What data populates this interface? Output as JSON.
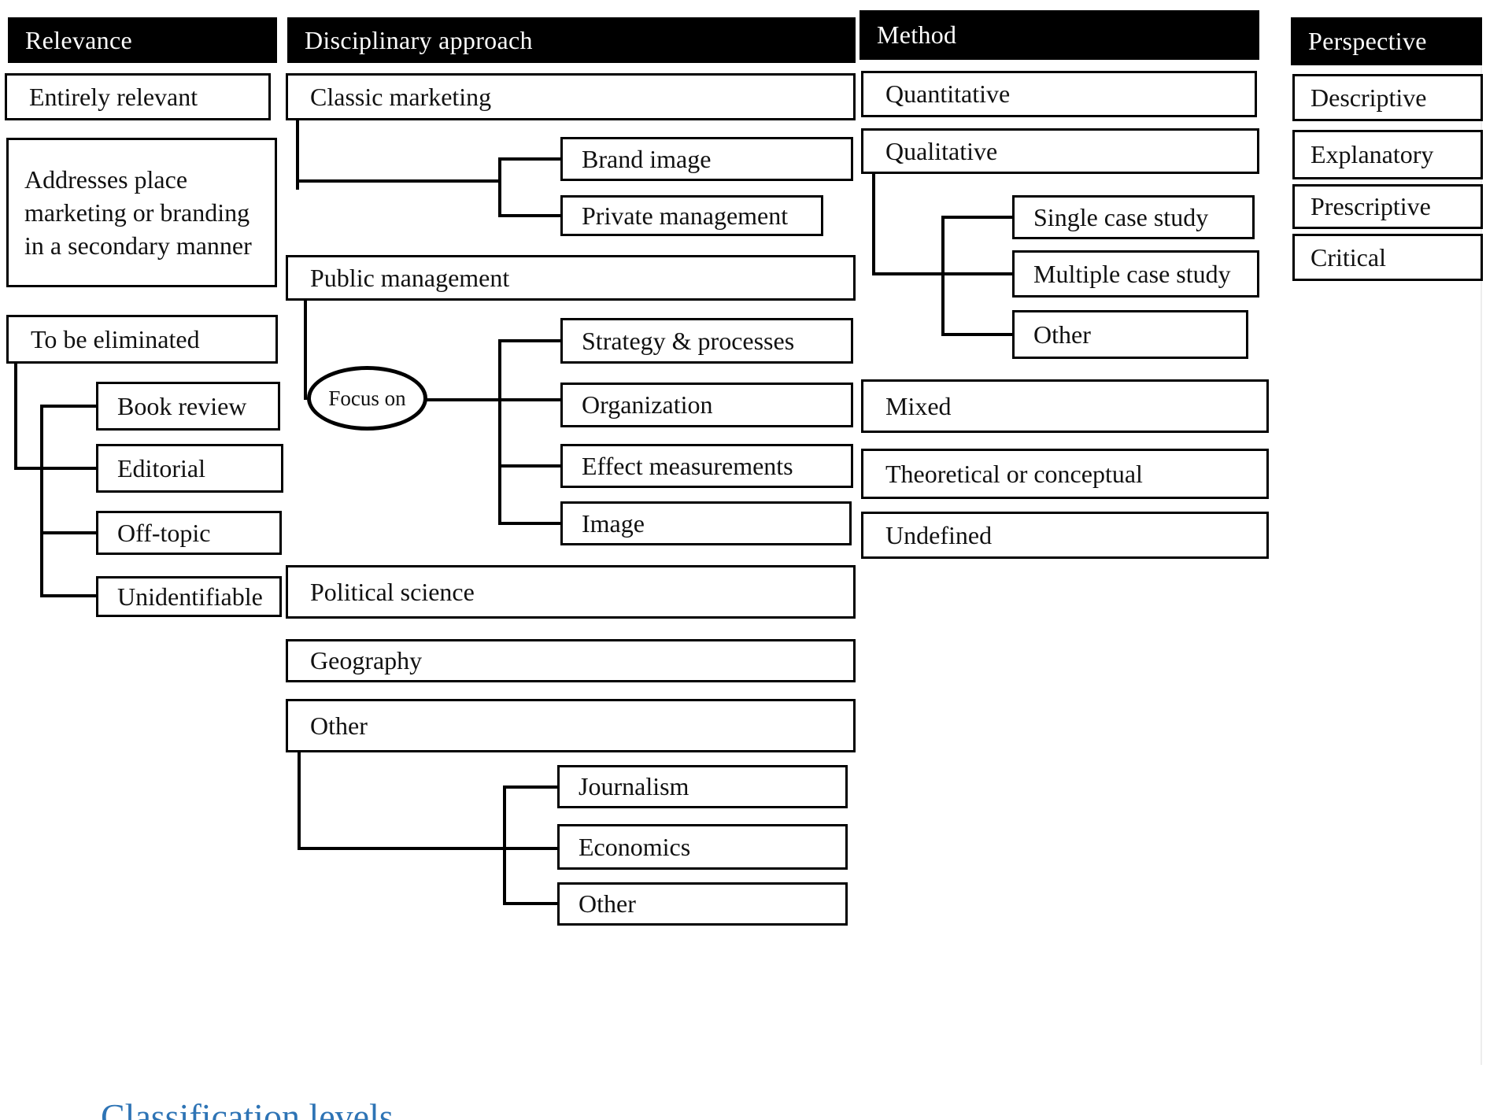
{
  "columns": {
    "relevance": {
      "header": "Relevance",
      "items": {
        "entirely": "Entirely relevant",
        "addresses": "Addresses place marketing or branding in a secondary manner",
        "eliminate": "To be eliminated",
        "book_review": "Book review",
        "editorial": "Editorial",
        "off_topic": "Off-topic",
        "unidentifiable": "Unidentifiable"
      }
    },
    "disciplinary": {
      "header": "Disciplinary approach",
      "items": {
        "classic": "Classic marketing",
        "brand_image": "Brand image",
        "private_management": "Private management",
        "public_management": "Public management",
        "focus_on": "Focus on",
        "strategy": "Strategy & processes",
        "organization": "Organization",
        "effect": "Effect measurements",
        "image": "Image",
        "political": "Political science",
        "geography": "Geography",
        "other": "Other",
        "journalism": "Journalism",
        "economics": "Economics",
        "other_sub": "Other"
      }
    },
    "method": {
      "header": "Method",
      "items": {
        "quantitative": "Quantitative",
        "qualitative": "Qualitative",
        "single_case": "Single case study",
        "multiple_case": "Multiple case study",
        "other": "Other",
        "mixed": "Mixed",
        "theoretical": "Theoretical or conceptual",
        "undefined": "Undefined"
      }
    },
    "perspective": {
      "header": "Perspective",
      "items": {
        "descriptive": "Descriptive",
        "explanatory": "Explanatory",
        "prescriptive": "Prescriptive",
        "critical": "Critical"
      }
    }
  },
  "caption": "Classification levels",
  "colors": {
    "caption_blue": "#2E74B5",
    "box_border": "#000000",
    "header_bg": "#000000"
  }
}
